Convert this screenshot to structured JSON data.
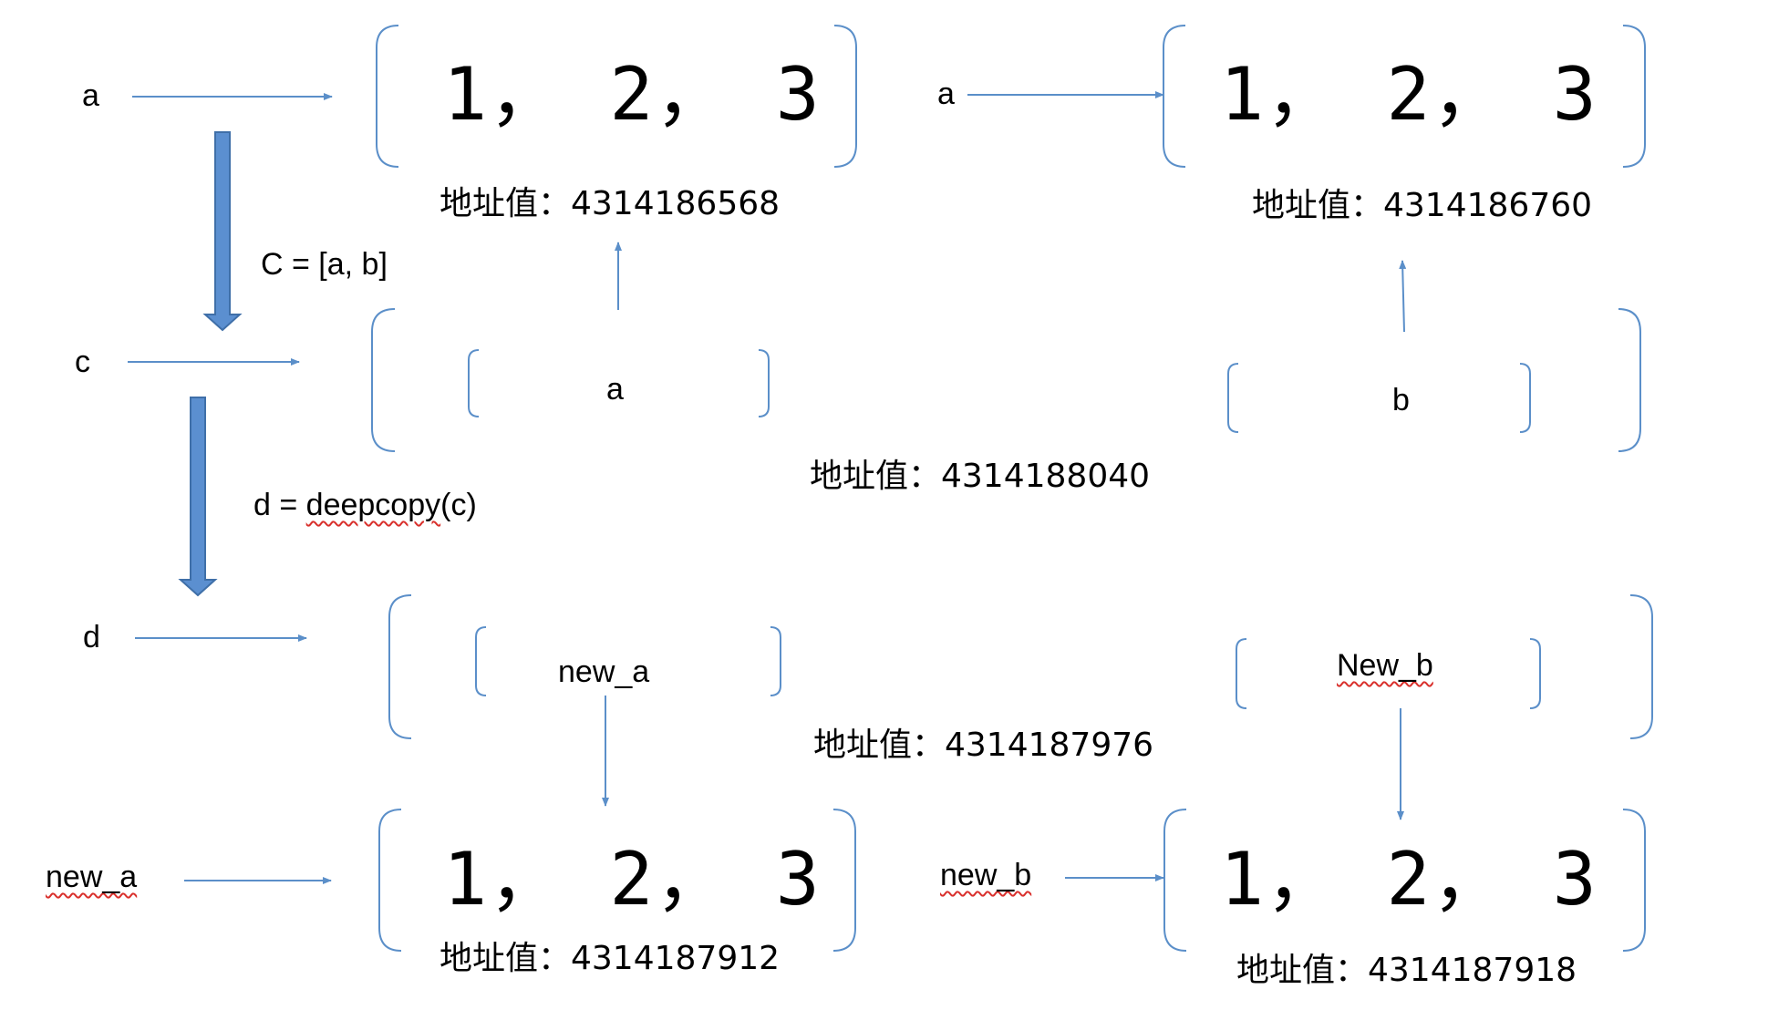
{
  "colors": {
    "accent": "#5b8fc9",
    "fill": "#5b8fd0",
    "stroke": "#3f6fa8",
    "spell_mark": "#d9302c"
  },
  "vars": {
    "a_left": "a",
    "a_right": "a",
    "c": "c",
    "d": "d",
    "new_a": "new_a",
    "new_b": "new_b"
  },
  "ops": {
    "c_assign": "C = [a, b]",
    "d_prefix": "d = ",
    "d_func": "deepcopy",
    "d_args": "(c)"
  },
  "lists": {
    "top_left": "1，  2，  3",
    "top_right": "1，  2，  3",
    "bottom_left": "1，  2，  3",
    "bottom_right": "1，  2，  3"
  },
  "inner": {
    "c_first": "a",
    "c_second": "b",
    "d_first": "new_a",
    "d_second": "New_b"
  },
  "addresses": {
    "top_left": "地址值：4314186568",
    "top_right": "地址值：4314186760",
    "c_list": "地址值：4314188040",
    "d_list": "地址值：4314187976",
    "bottom_left": "地址值：4314187912",
    "bottom_right": "地址值：4314187918"
  }
}
